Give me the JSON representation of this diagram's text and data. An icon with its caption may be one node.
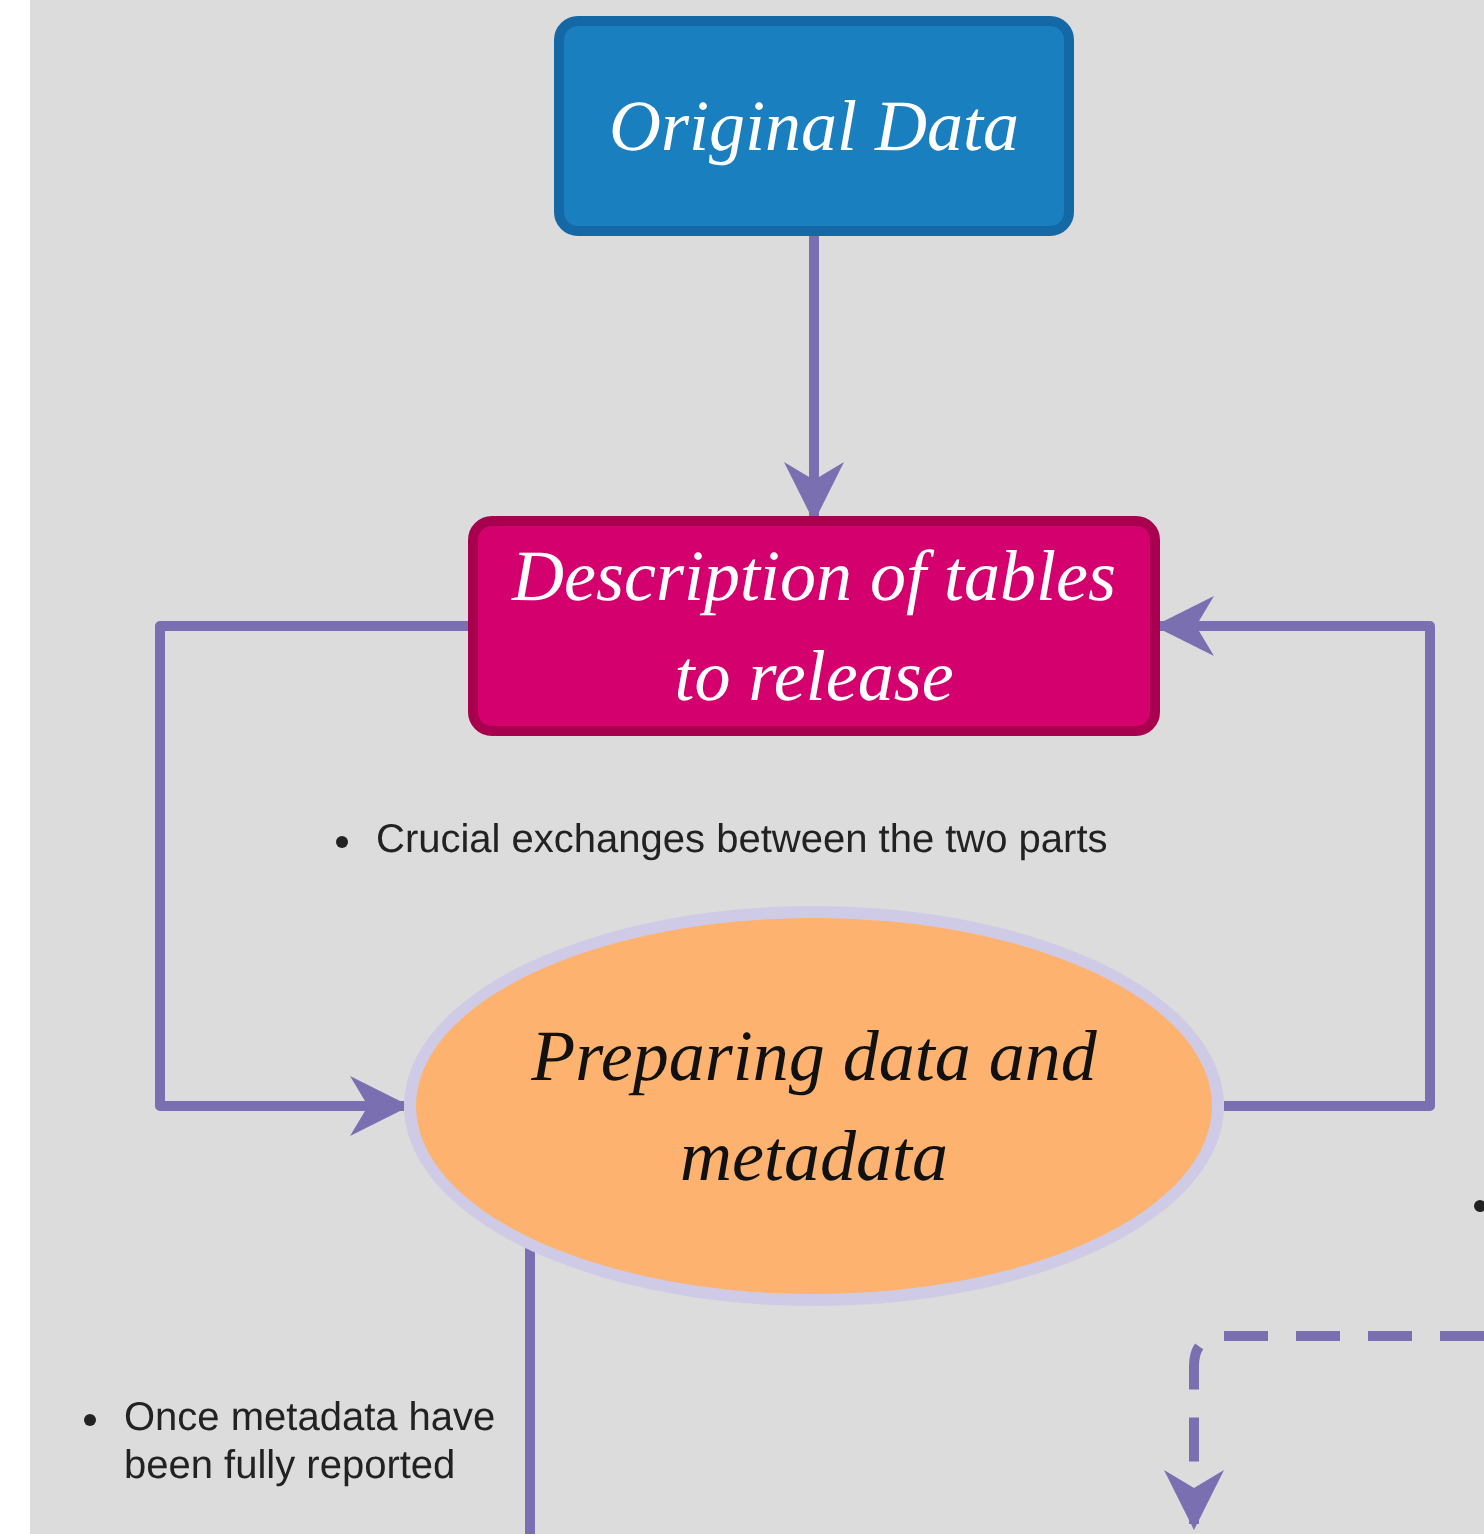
{
  "diagram": {
    "nodes": [
      {
        "text": [
          "Original Data"
        ]
      },
      {
        "text": [
          "Description of tables to release"
        ]
      },
      {
        "text": [
          "Preparing data and metadata"
        ]
      }
    ],
    "edges": [
      {
        "from": 0,
        "to": 1,
        "arrow": "to"
      },
      {
        "from": 1,
        "to": 2,
        "arrow": "to"
      },
      {
        "from": 2,
        "to": 1,
        "arrow": "to"
      },
      {
        "from": 2,
        "to": null,
        "arrow": "none"
      }
    ],
    "labels": [
      "Crucial exchanges between the two parts",
      "Once metadata have been fully reported"
    ]
  }
}
